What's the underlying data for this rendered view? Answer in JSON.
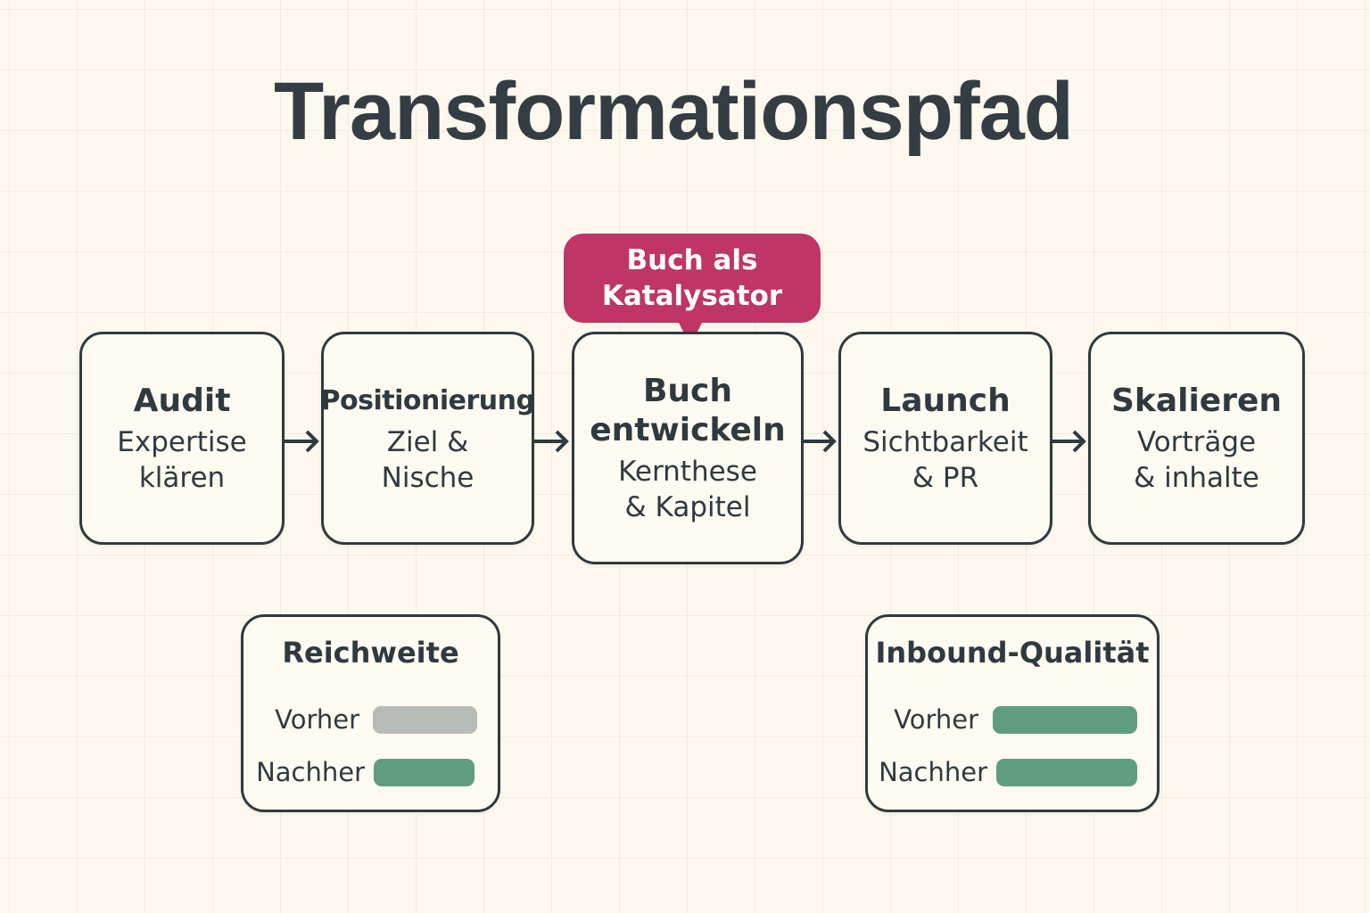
{
  "title": "Transformationspfad",
  "callout": {
    "line1": "Buch als",
    "line2": "Katalysator",
    "color": "#bf3566"
  },
  "steps": [
    {
      "title": "Audit",
      "sub1": "Expertise",
      "sub2": "klären"
    },
    {
      "title": "Positionierung",
      "sub1": "Ziel &",
      "sub2": "Nische"
    },
    {
      "title1": "Buch",
      "title2": "entwickeln",
      "sub1": "Kernthese",
      "sub2": "& Kapitel"
    },
    {
      "title": "Launch",
      "sub1": "Sichtbarkeit",
      "sub2": "& PR"
    },
    {
      "title": "Skalieren",
      "sub1": "Vorträge",
      "sub2": "& inhalte"
    }
  ],
  "arrows": [
    "arrow-right-icon",
    "arrow-right-icon",
    "arrow-right-icon",
    "arrow-right-icon"
  ],
  "metrics": [
    {
      "title": "Reichweite",
      "rows": [
        {
          "label": "Vorher",
          "color": "#b8bcb8"
        },
        {
          "label": "Nachher",
          "color": "#5e9e7e"
        }
      ]
    },
    {
      "title": "Inbound-Qualität",
      "rows": [
        {
          "label": "Vorher",
          "color": "#5e9e7e"
        },
        {
          "label": "Nachher",
          "color": "#5e9e7e"
        }
      ]
    }
  ],
  "colors": {
    "background": "#fcf8ee",
    "stroke": "#2f3a40",
    "accent": "#bf3566",
    "bar_gray": "#b8bcb8",
    "bar_green": "#5e9e7e"
  }
}
